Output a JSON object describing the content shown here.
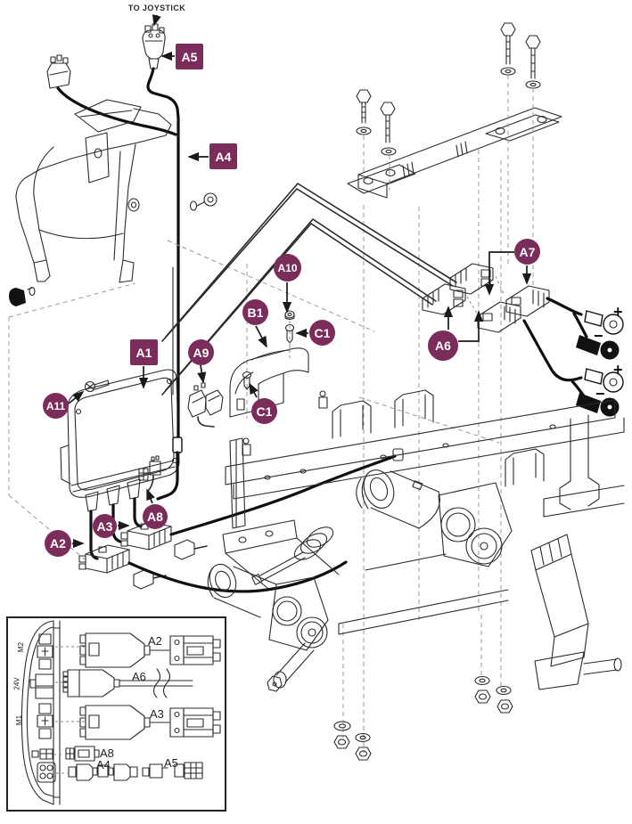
{
  "colors": {
    "badge_bg": "#7a2c5b",
    "badge_text": "#ffffff",
    "line": "#2b2b2b"
  },
  "top_note": {
    "text": "TO JOYSTICK"
  },
  "callouts": [
    {
      "id": "A5",
      "shape": "square",
      "label": "A5"
    },
    {
      "id": "A4",
      "shape": "square",
      "label": "A4"
    },
    {
      "id": "A1",
      "shape": "square",
      "label": "A1"
    },
    {
      "id": "A7",
      "shape": "circle",
      "label": "A7"
    },
    {
      "id": "A10",
      "shape": "circle",
      "label": "A10"
    },
    {
      "id": "B1",
      "shape": "circle",
      "label": "B1"
    },
    {
      "id": "C1-upper",
      "shape": "circle",
      "label": "C1"
    },
    {
      "id": "A9",
      "shape": "circle",
      "label": "A9"
    },
    {
      "id": "A6",
      "shape": "circle",
      "label": "A6"
    },
    {
      "id": "A11",
      "shape": "circle",
      "label": "A11"
    },
    {
      "id": "C1-lower",
      "shape": "circle",
      "label": "C1"
    },
    {
      "id": "A2",
      "shape": "circle",
      "label": "A2"
    },
    {
      "id": "A3",
      "shape": "circle",
      "label": "A3"
    },
    {
      "id": "A8",
      "shape": "circle",
      "label": "A8"
    }
  ],
  "battery_terminals": [
    {
      "polarity": "positive",
      "sign": "+"
    },
    {
      "polarity": "negative",
      "sign": "−"
    },
    {
      "polarity": "positive",
      "sign": "+"
    },
    {
      "polarity": "negative",
      "sign": "−"
    }
  ],
  "inset": {
    "port_labels": [
      {
        "text": "M2"
      },
      {
        "text": "24V"
      },
      {
        "text": "M1"
      }
    ],
    "harness_labels": [
      {
        "text": "A2"
      },
      {
        "text": "A6"
      },
      {
        "text": "A3"
      },
      {
        "text": "A8"
      },
      {
        "text": "A4"
      },
      {
        "text": "A5"
      }
    ]
  }
}
